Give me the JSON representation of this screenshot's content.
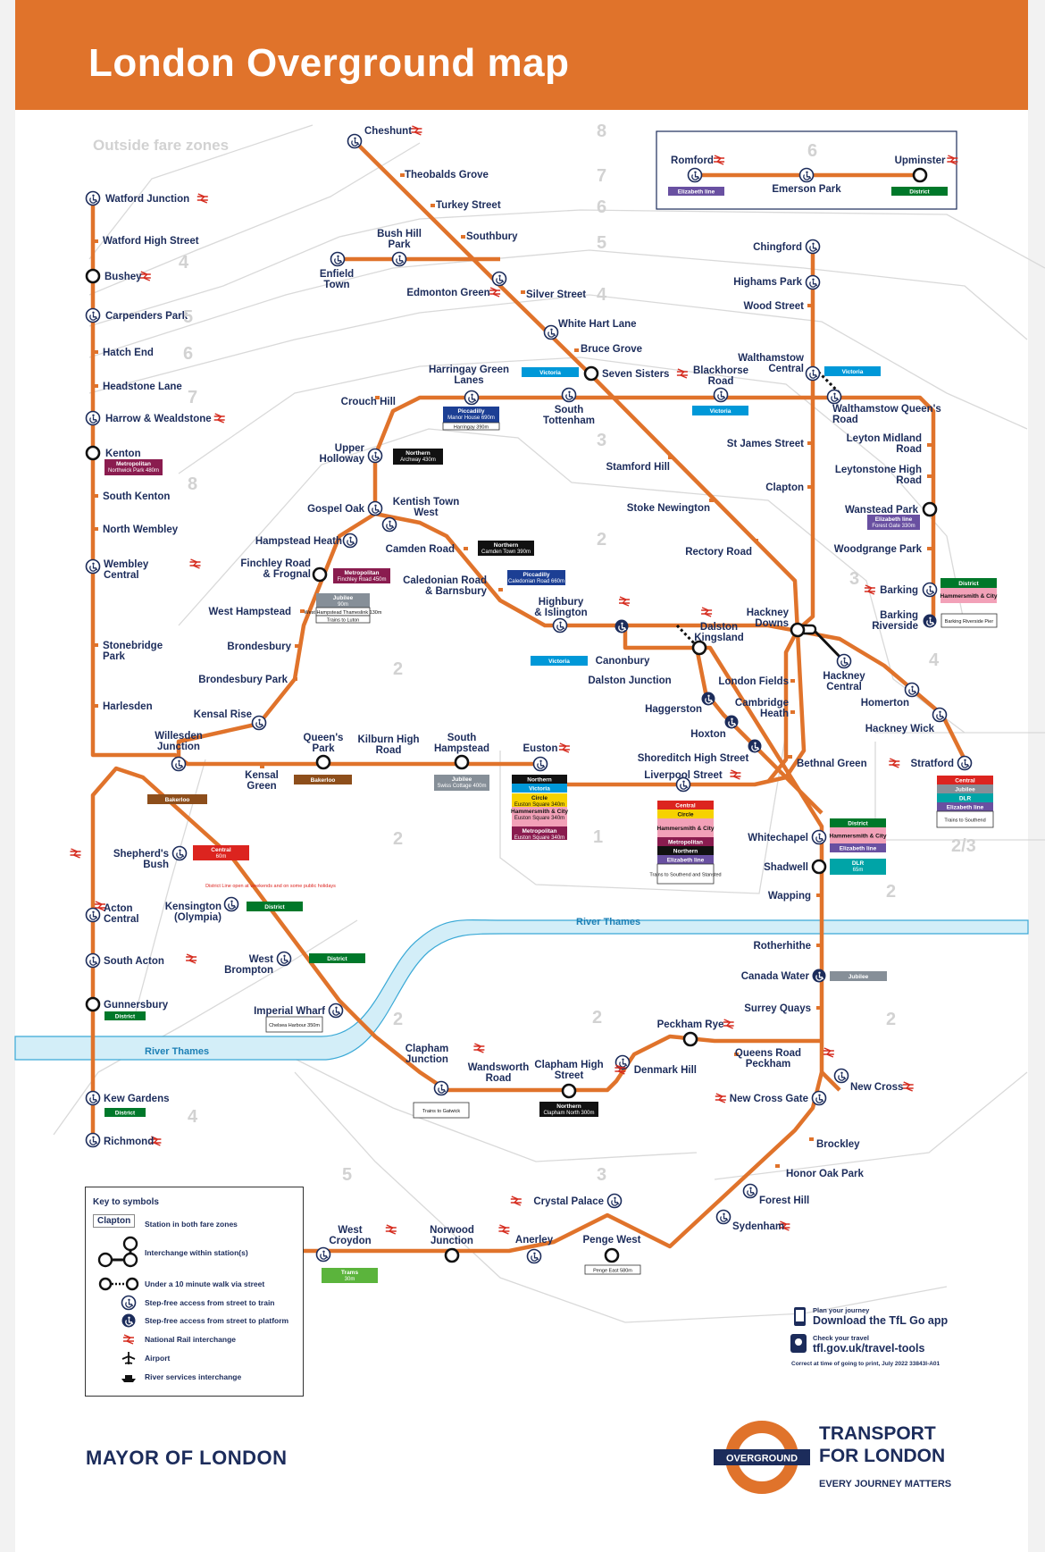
{
  "title": "London Overground map",
  "colors": {
    "header": "#e0732b",
    "line": "#e0732b",
    "text": "#1c2c5b",
    "thames": "#d3eef8",
    "zone": "#d2d2d2"
  },
  "outside_fare_zones": "Outside fare zones",
  "river_thames": "River Thames",
  "zone_numbers": [
    "8",
    "7",
    "6",
    "5",
    "4",
    "3",
    "2",
    "1",
    "2",
    "3",
    "4",
    "5",
    "6",
    "7",
    "8",
    "6",
    "2",
    "2",
    "2",
    "2",
    "3",
    "2",
    "2/3",
    "2",
    "4",
    "5",
    "3",
    "4"
  ],
  "stations": {
    "watford_junction": "Watford Junction",
    "watford_high_street": "Watford High Street",
    "bushey": "Bushey",
    "carpenders_park": "Carpenders Park",
    "hatch_end": "Hatch End",
    "headstone_lane": "Headstone Lane",
    "harrow_wealdstone": "Harrow & Wealdstone",
    "kenton": "Kenton",
    "south_kenton": "South Kenton",
    "north_wembley": "North Wembley",
    "wembley_central": "Wembley Central",
    "stonebridge_park": "Stonebridge Park",
    "harlesden": "Harlesden",
    "willesden_junction": "Willesden Junction",
    "kensal_green": "Kensal Green",
    "queens_park": "Queen's Park",
    "kilburn_high_road": "Kilburn High Road",
    "south_hampstead": "South Hampstead",
    "euston": "Euston",
    "cheshunt": "Cheshunt",
    "theobalds_grove": "Theobalds Grove",
    "turkey_street": "Turkey Street",
    "southbury": "Southbury",
    "bush_hill_park": "Bush Hill Park",
    "enfield_town": "Enfield Town",
    "edmonton_green": "Edmonton Green",
    "silver_street": "Silver Street",
    "white_hart_lane": "White Hart Lane",
    "bruce_grove": "Bruce Grove",
    "seven_sisters": "Seven Sisters",
    "stamford_hill": "Stamford Hill",
    "stoke_newington": "Stoke Newington",
    "rectory_road": "Rectory Road",
    "hackney_downs": "Hackney Downs",
    "london_fields": "London Fields",
    "cambridge_heath": "Cambridge Heath",
    "bethnal_green": "Bethnal Green",
    "liverpool_street": "Liverpool Street",
    "chingford": "Chingford",
    "highams_park": "Highams Park",
    "wood_street": "Wood Street",
    "walthamstow_central": "Walthamstow Central",
    "st_james_street": "St James Street",
    "clapton": "Clapton",
    "romford": "Romford",
    "emerson_park": "Emerson Park",
    "upminster": "Upminster",
    "gospel_oak": "Gospel Oak",
    "upper_holloway": "Upper Holloway",
    "crouch_hill": "Crouch Hill",
    "harringay_green_lanes": "Harringay Green Lanes",
    "south_tottenham": "South Tottenham",
    "blackhorse_road": "Blackhorse Road",
    "walthamstow_queens_road": "Walthamstow Queen's Road",
    "leyton_midland_road": "Leyton Midland Road",
    "leytonstone_high_road": "Leytonstone High Road",
    "wanstead_park": "Wanstead Park",
    "woodgrange_park": "Woodgrange Park",
    "barking": "Barking",
    "barking_riverside": "Barking Riverside",
    "hampstead_heath": "Hampstead Heath",
    "finchley_road_frognal": "Finchley Road & Frognal",
    "west_hampstead": "West Hampstead",
    "brondesbury": "Brondesbury",
    "brondesbury_park": "Brondesbury Park",
    "kensal_rise": "Kensal Rise",
    "kentish_town_west": "Kentish Town West",
    "camden_road": "Camden Road",
    "caledonian_road_barnsbury": "Caledonian Road & Barnsbury",
    "highbury_islington": "Highbury & Islington",
    "canonbury": "Canonbury",
    "dalston_kingsland": "Dalston Kingsland",
    "dalston_junction": "Dalston Junction",
    "haggerston": "Haggerston",
    "hoxton": "Hoxton",
    "shoreditch_high_street": "Shoreditch High Street",
    "hackney_central": "Hackney Central",
    "homerton": "Homerton",
    "hackney_wick": "Hackney Wick",
    "stratford": "Stratford",
    "whitechapel": "Whitechapel",
    "shadwell": "Shadwell",
    "wapping": "Wapping",
    "rotherhithe": "Rotherhithe",
    "canada_water": "Canada Water",
    "surrey_quays": "Surrey Quays",
    "new_cross": "New Cross",
    "new_cross_gate": "New Cross Gate",
    "brockley": "Brockley",
    "honor_oak_park": "Honor Oak Park",
    "forest_hill": "Forest Hill",
    "sydenham": "Sydenham",
    "crystal_palace": "Crystal Palace",
    "penge_west": "Penge West",
    "anerley": "Anerley",
    "norwood_junction": "Norwood Junction",
    "west_croydon": "West Croydon",
    "peckham_rye": "Peckham Rye",
    "queens_road_peckham": "Queens Road Peckham",
    "denmark_hill": "Denmark Hill",
    "clapham_high_street": "Clapham High Street",
    "wandsworth_road": "Wandsworth Road",
    "clapham_junction": "Clapham Junction",
    "imperial_wharf": "Imperial Wharf",
    "west_brompton": "West Brompton",
    "kensington_olympia": "Kensington (Olympia)",
    "shepherds_bush": "Shepherd's Bush",
    "acton_central": "Acton Central",
    "south_acton": "South Acton",
    "gunnersbury": "Gunnersbury",
    "kew_gardens": "Kew Gardens",
    "richmond": "Richmond"
  },
  "interchange_boxes": {
    "metropolitan": "Metropolitan",
    "northwick_park": "Northwick Park 480m",
    "bakerloo": "Bakerloo",
    "jubilee": "Jubilee",
    "swiss_cottage": "Swiss Cottage 400m",
    "northern": "Northern",
    "victoria": "Victoria",
    "circle": "Circle",
    "euston_square_340": "Euston Square 340m",
    "hammersmith_city": "Hammersmith & City",
    "piccadilly": "Piccadilly",
    "manor_house": "Manor House 690m",
    "harringay": "Harringay 390m",
    "archway": "Archway 430m",
    "camden_town": "Camden Town 390m",
    "finchley_road_450": "Finchley Road 450m",
    "jubilee_90m": "90m",
    "west_hampstead_thameslink": "West Hampstead Thameslink 130m",
    "trains_to_luton": "Trains to Luton",
    "caledonian_road_660": "Caledonian Road 660m",
    "central": "Central",
    "elizabeth_line": "Elizabeth line",
    "trains_to_southend_stansted": "Trains to Southend and Stansted",
    "district": "District",
    "forest_gate": "Forest Gate 330m",
    "barking_riverside_pier": "Barking Riverside Pier",
    "dlr": "DLR",
    "trains_to_southend": "Trains to Southend",
    "shadwell_dlr": "65m",
    "central_60m": "60m",
    "district_open": "District Line open at weekends and on some public holidays",
    "chelsea_harbour": "Chelsea Harbour 350m",
    "trains_to_gatwick": "Trains to Gatwick",
    "clapham_north": "Clapham North 300m",
    "trams": "Trams",
    "trams_30m": "30m",
    "penge_east": "Penge East 580m"
  },
  "key": {
    "title": "Key to symbols",
    "items": [
      "Station in both fare zones",
      "Interchange within station(s)",
      "Under a 10 minute walk via street",
      "Step-free access from street to train",
      "Step-free access from street to platform",
      "National Rail interchange",
      "Airport",
      "River services interchange"
    ],
    "clapton_label": "Clapton"
  },
  "app": {
    "plan": "Plan your journey",
    "download": "Download the TfL Go app",
    "check": "Check your travel",
    "url": "tfl.gov.uk/travel-tools",
    "correct": "Correct at time of going to print, July 2022   33843I-A01"
  },
  "footer": {
    "mayor": "MAYOR OF LONDON",
    "roundel": "OVERGROUND",
    "tfl1": "TRANSPORT",
    "tfl2": "FOR LONDON",
    "tagline": "EVERY JOURNEY MATTERS"
  }
}
